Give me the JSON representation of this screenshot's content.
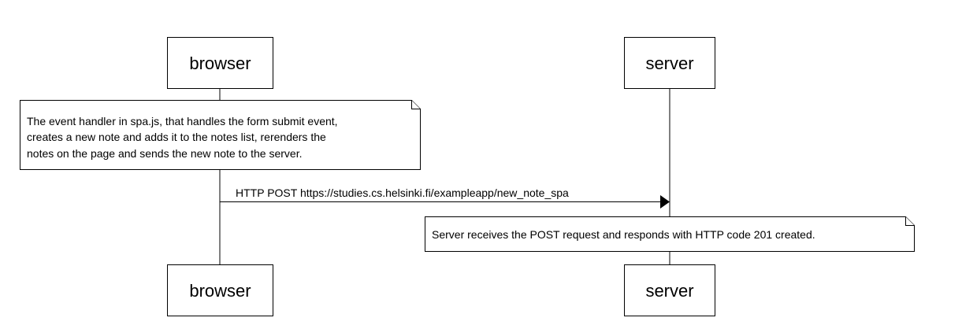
{
  "actors": {
    "browser": {
      "label": "browser"
    },
    "server": {
      "label": "server"
    }
  },
  "notes": {
    "browser_note": {
      "lines": [
        "The event handler in spa.js, that handles the form submit event,",
        "creates a new note and adds it to the notes list, rerenders the",
        "notes on the page and sends the new note to the server."
      ]
    },
    "server_note": {
      "lines": [
        "Server receives the POST request and responds with HTTP code 201 created."
      ]
    }
  },
  "messages": [
    {
      "from": "browser",
      "to": "server",
      "label": "HTTP POST https://studies.cs.helsinki.fi/exampleapp/new_note_spa"
    }
  ]
}
